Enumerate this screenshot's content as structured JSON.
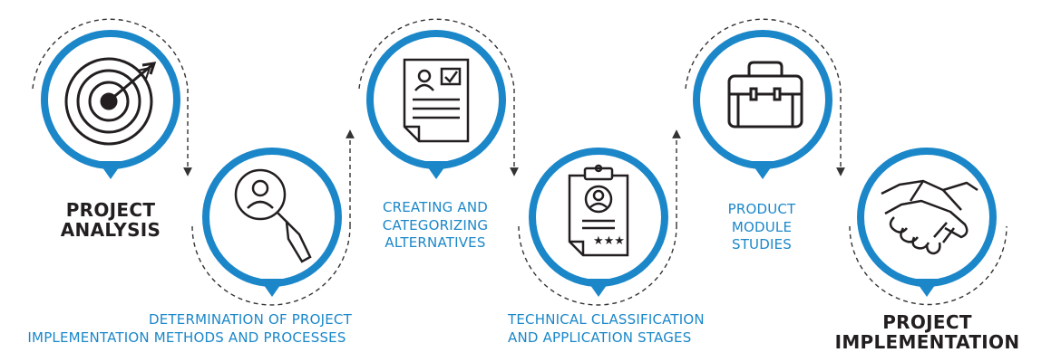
{
  "colors": {
    "accent": "#1b87c9",
    "icon_stroke": "#231f20",
    "dash": "#333333"
  },
  "steps": [
    {
      "icon": "target-icon",
      "label_lines": [
        "PROJECT",
        "ANALYSIS"
      ],
      "style": "bold"
    },
    {
      "icon": "search-user-icon",
      "label_lines": [
        "DETERMINATION OF PROJECT",
        "IMPLEMENTATION METHODS AND PROCESSES"
      ],
      "style": "blue"
    },
    {
      "icon": "resume-checkbox-icon",
      "label_lines": [
        "CREATING AND",
        "CATEGORIZING",
        "ALTERNATIVES"
      ],
      "style": "blue"
    },
    {
      "icon": "clipboard-profile-icon",
      "label_lines": [
        "TECHNICAL CLASSIFICATION",
        "AND APPLICATION STAGES"
      ],
      "style": "blue"
    },
    {
      "icon": "briefcase-icon",
      "label_lines": [
        "PRODUCT",
        "MODULE",
        "STUDIES"
      ],
      "style": "blue"
    },
    {
      "icon": "handshake-icon",
      "label_lines": [
        "PROJECT",
        "IMPLEMENTATION"
      ],
      "style": "bold"
    }
  ]
}
